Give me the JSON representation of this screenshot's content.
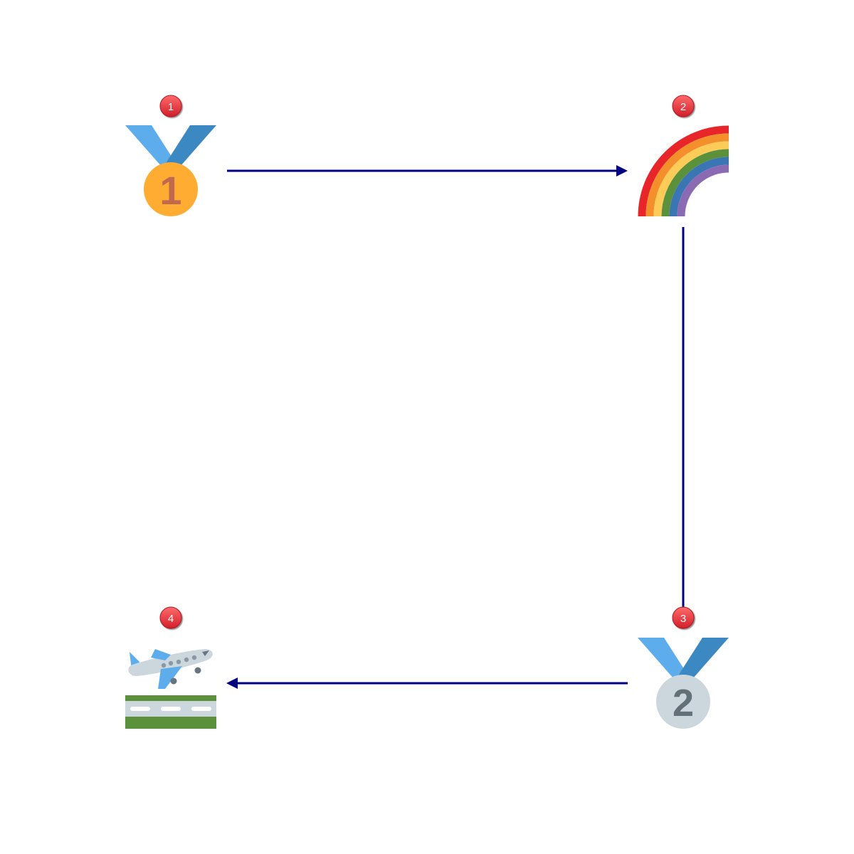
{
  "diagram": {
    "type": "flow",
    "nodes": [
      {
        "id": "n1",
        "order": "1",
        "icon": "first-place-medal-icon"
      },
      {
        "id": "n2",
        "order": "2",
        "icon": "rainbow-icon"
      },
      {
        "id": "n3",
        "order": "3",
        "icon": "second-place-medal-icon"
      },
      {
        "id": "n4",
        "order": "4",
        "icon": "airplane-departure-icon"
      }
    ],
    "edges": [
      {
        "from": "n1",
        "to": "n2"
      },
      {
        "from": "n2",
        "to": "n3"
      },
      {
        "from": "n3",
        "to": "n4"
      }
    ]
  },
  "colors": {
    "connector": "#000080",
    "badge": "#e8303a",
    "ribbon_light": "#5dadec",
    "ribbon_dark": "#3b88c3",
    "gold": "#ffac33",
    "gold_number": "#c1694f",
    "silver": "#ccd6dd",
    "silver_number": "#627077",
    "rainbow": [
      "#e8262a",
      "#f4902c",
      "#fdcb58",
      "#5c913b",
      "#3a76b4",
      "#8a6bb3"
    ]
  }
}
